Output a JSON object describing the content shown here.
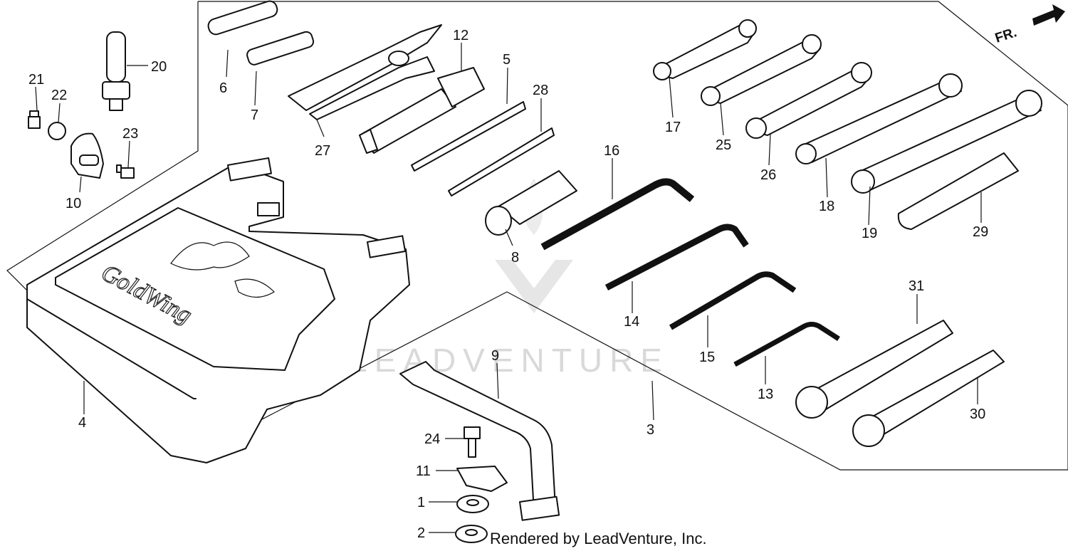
{
  "orientation": {
    "label": "FR."
  },
  "watermark": {
    "text": "LEADVENTURE"
  },
  "case_brand": {
    "text": "GoldWing"
  },
  "credit": {
    "text": "Rendered by LeadVenture, Inc."
  },
  "callouts": {
    "p1": "1",
    "p2": "2",
    "p3": "3",
    "p4": "4",
    "p5": "5",
    "p6": "6",
    "p7": "7",
    "p8": "8",
    "p9": "9",
    "p10": "10",
    "p11": "11",
    "p12": "12",
    "p13": "13",
    "p14": "14",
    "p15": "15",
    "p16": "16",
    "p17": "17",
    "p18": "18",
    "p19": "19",
    "p20": "20",
    "p21": "21",
    "p22": "22",
    "p23": "23",
    "p24": "24",
    "p25": "25",
    "p26": "26",
    "p27": "27",
    "p28": "28",
    "p29": "29",
    "p30": "30",
    "p31": "31"
  },
  "colors": {
    "line": "#111111",
    "watermark": "#d9d9d9",
    "background": "#ffffff"
  }
}
